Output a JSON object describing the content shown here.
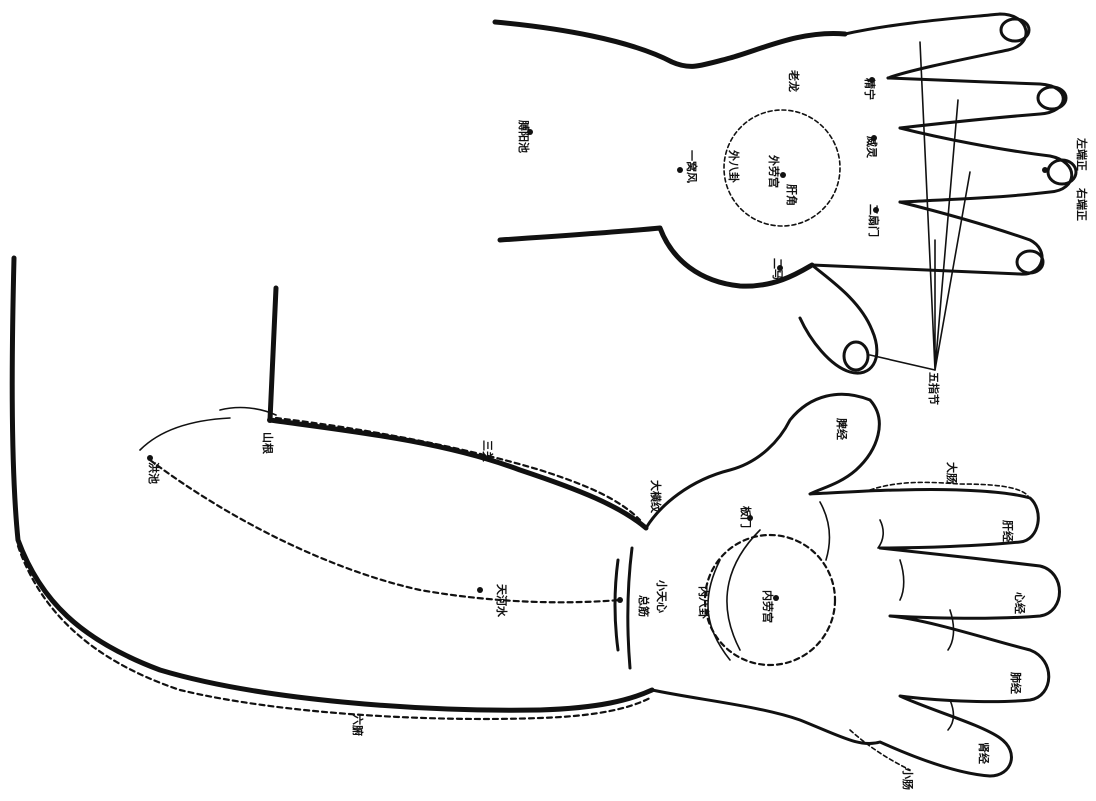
{
  "points": {
    "tianheshui": "天河水",
    "sanguan": "三关",
    "liufu": "六腑",
    "dachang": "大肠",
    "xiaochang": "小肠",
    "pijing": "脾经",
    "ganjing": "肝经",
    "xinjing": "心经",
    "feijing": "肺经",
    "shenjing": "肾经",
    "banmen": "板门",
    "neibagua": "内八卦",
    "neilaogong": "内劳宫",
    "xiaotianxin": "小天心",
    "zongjin": "总筋",
    "dahengwen": "大横纹",
    "hongchi": "洪池",
    "yiwofeng": "一窝风",
    "waibagua": "外八卦",
    "wailaogong": "外劳宫",
    "jingning": "精宁",
    "weiling": "威灵",
    "ershanmen": "二扇门",
    "ermajia": "二马",
    "wuzhijie": "五指节",
    "zuoduanzheng": "左端正",
    "youduanzheng": "右端正",
    "laolong": "老龙",
    "boyangchi": "膊阳池",
    "ganjiao": "肝角",
    "shanggen": "山根"
  }
}
